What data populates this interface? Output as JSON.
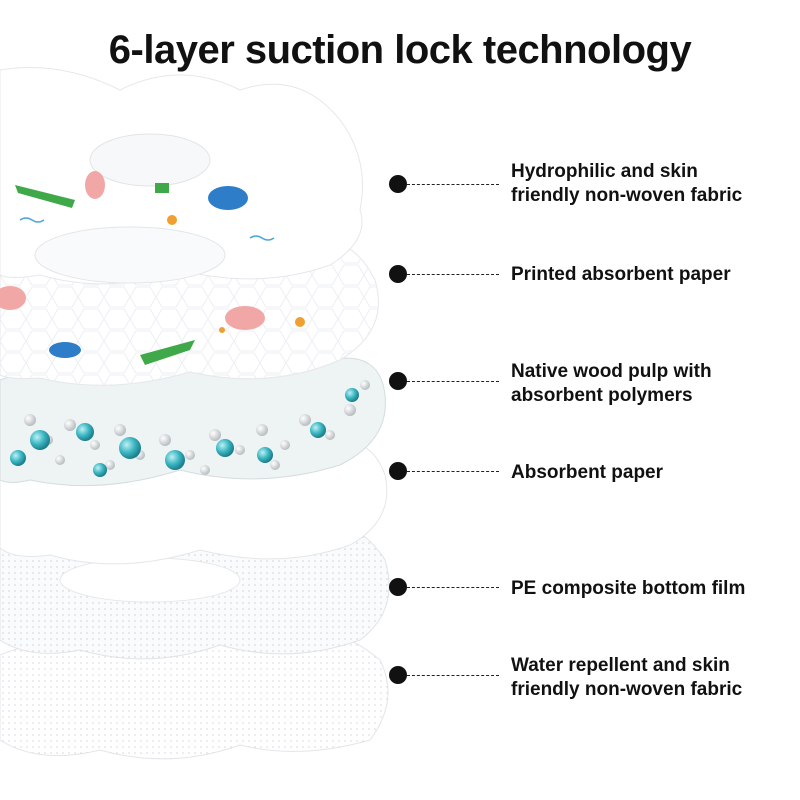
{
  "title": "6-layer suction lock technology",
  "layers": [
    {
      "line1": "Hydrophilic and skin",
      "line2": "friendly non-woven fabric"
    },
    {
      "line1": "Printed absorbent paper",
      "line2": ""
    },
    {
      "line1": "Native wood pulp with",
      "line2": "absorbent polymers"
    },
    {
      "line1": "Absorbent paper",
      "line2": ""
    },
    {
      "line1": "PE composite bottom film",
      "line2": ""
    },
    {
      "line1": "Water repellent and skin",
      "line2": "friendly non-woven fabric"
    }
  ],
  "colors": {
    "text": "#111111",
    "bead_teal": "#3db8c4",
    "print_green": "#3fa94a",
    "print_pink": "#f2a7a7",
    "print_blue": "#2e7dc9",
    "print_orange": "#f0a030"
  }
}
